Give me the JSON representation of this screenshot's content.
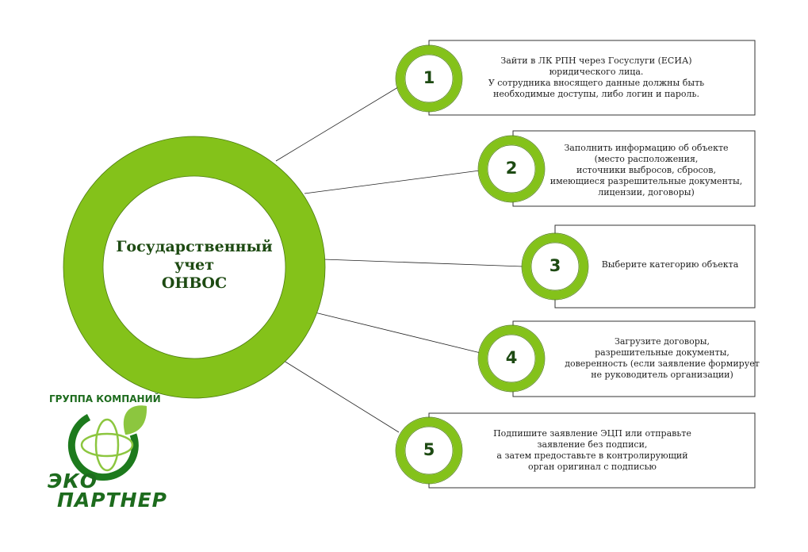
{
  "center": {
    "lines": [
      "Государственный",
      "учет",
      "ОНВОС"
    ]
  },
  "steps": [
    {
      "number": "1",
      "lines": [
        "Зайти в ЛК РПН через Госуслуги (ЕСИА)",
        "юридического лица.",
        "У сотрудника вносящего данные должны быть",
        "необходимые доступы, либо логин и пароль."
      ]
    },
    {
      "number": "2",
      "lines": [
        "Заполнить информацию об объекте",
        "(место расположения,",
        "источники выбросов, сбросов,",
        "имеющиеся разрешительные документы,",
        "лицензии, договоры)"
      ]
    },
    {
      "number": "3",
      "lines": [
        "Выберите категорию объекта"
      ]
    },
    {
      "number": "4",
      "lines": [
        "Загрузите договоры,",
        "разрешительные документы,",
        "доверенность (если заявление формирует",
        "не руководитель организации)"
      ]
    },
    {
      "number": "5",
      "lines": [
        "Подпишите заявление ЭЦП или отправьте",
        "заявление без подписи,",
        "а затем предоставьте в контролирующий",
        "орган оригинал с подписью"
      ]
    }
  ],
  "logo": {
    "top": "ГРУППА КОМПАНИЙ",
    "word1": "ЭКО",
    "word2": "ПАРТНЕР"
  },
  "colors": {
    "ring": "#84c21a",
    "dark_green": "#1d4a12",
    "logo_green": "#1d6b1d"
  }
}
